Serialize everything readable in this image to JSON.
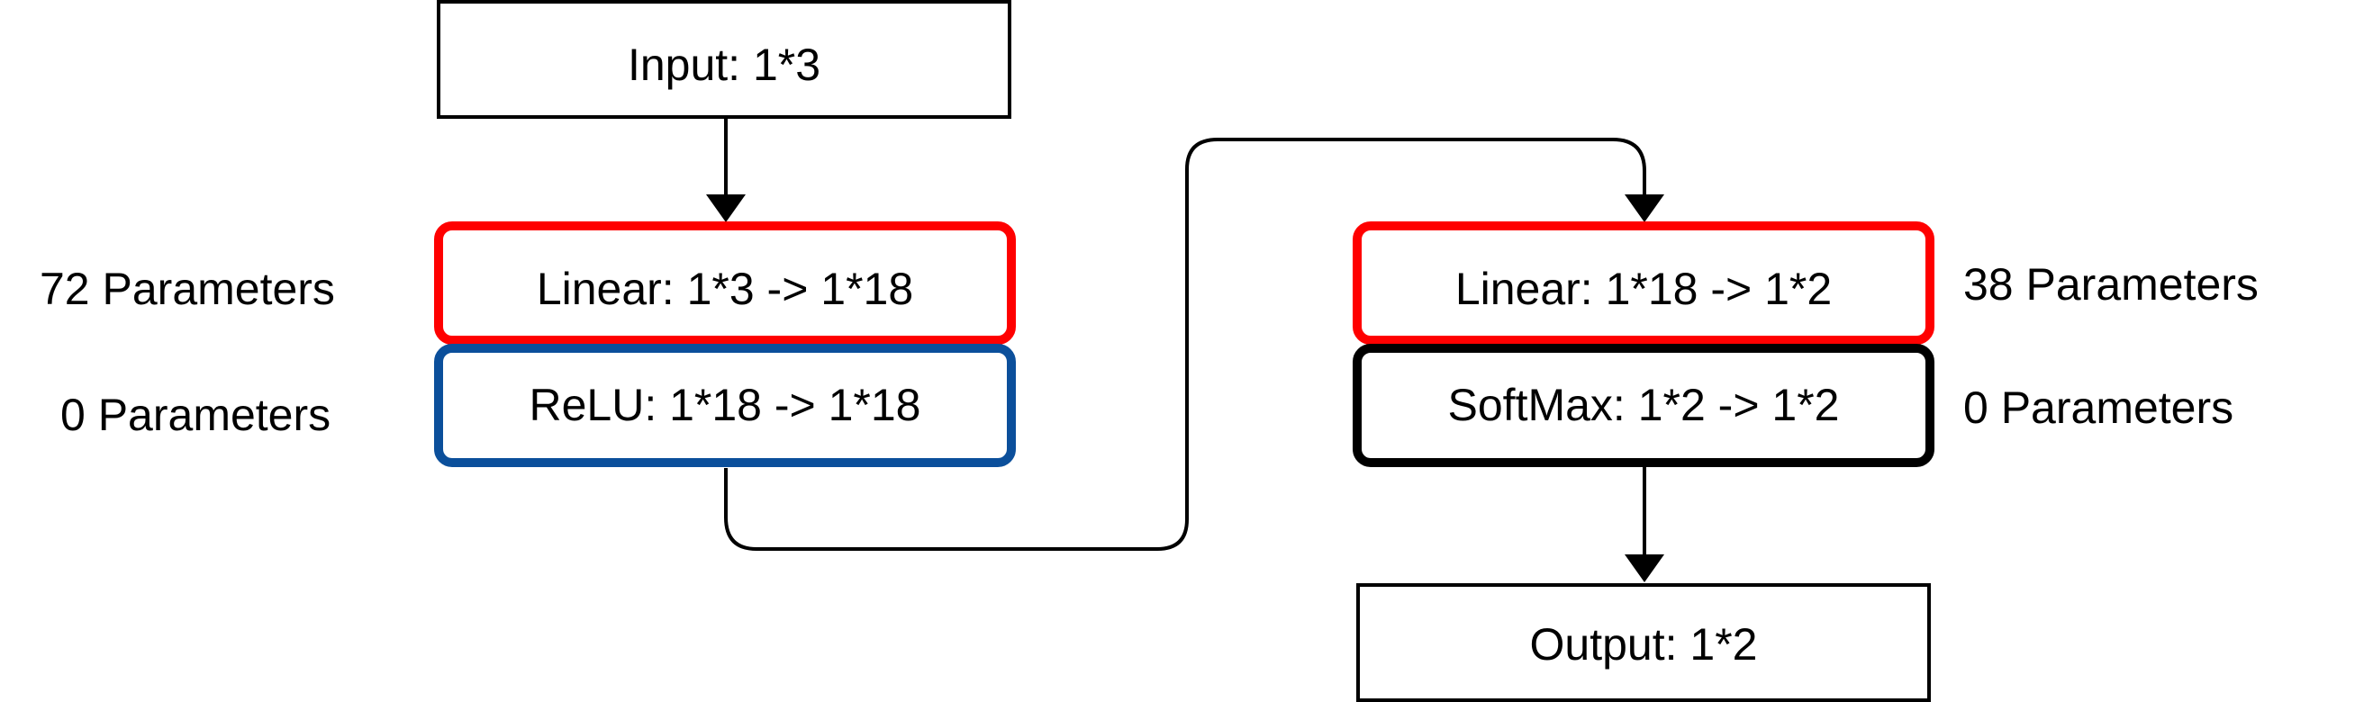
{
  "nodes": {
    "input": {
      "label": "Input:  1*3"
    },
    "linear1": {
      "label": "Linear:  1*3 -> 1*18",
      "params": "72 Parameters"
    },
    "relu": {
      "label": "ReLU:  1*18 -> 1*18",
      "params": "0 Parameters"
    },
    "linear2": {
      "label": "Linear:  1*18 -> 1*2",
      "params": "38 Parameters"
    },
    "softmax": {
      "label": "SoftMax:  1*2 -> 1*2",
      "params": "0 Parameters"
    },
    "output": {
      "label": "Output:  1*2"
    }
  },
  "colors": {
    "linear": "#ff0000",
    "relu": "#0b4f9b",
    "softmax": "#000000",
    "plain": "#000000"
  }
}
